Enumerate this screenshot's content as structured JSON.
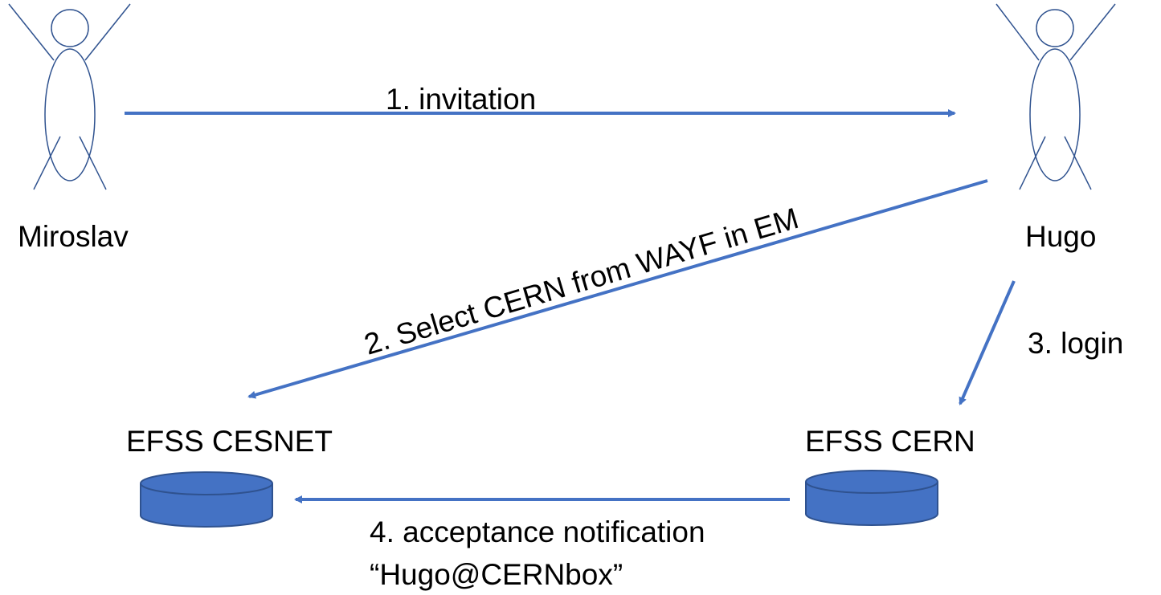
{
  "actors": {
    "miroslav": {
      "label": "Miroslav"
    },
    "hugo": {
      "label": "Hugo"
    }
  },
  "nodes": {
    "efss_cesnet": {
      "label": "EFSS CESNET"
    },
    "efss_cern": {
      "label": "EFSS CERN"
    }
  },
  "steps": {
    "step1": {
      "label": "1. invitation"
    },
    "step2": {
      "label": "2. Select CERN from WAYF in EM"
    },
    "step3": {
      "label": "3. login"
    },
    "step4": {
      "label": "4. acceptance notification",
      "label2": "“Hugo@CERNbox”"
    }
  },
  "colors": {
    "arrow": "#4472C4",
    "db_fill": "#4472C4",
    "db_stroke": "#2F528F",
    "actor_stroke": "#2F528F"
  }
}
